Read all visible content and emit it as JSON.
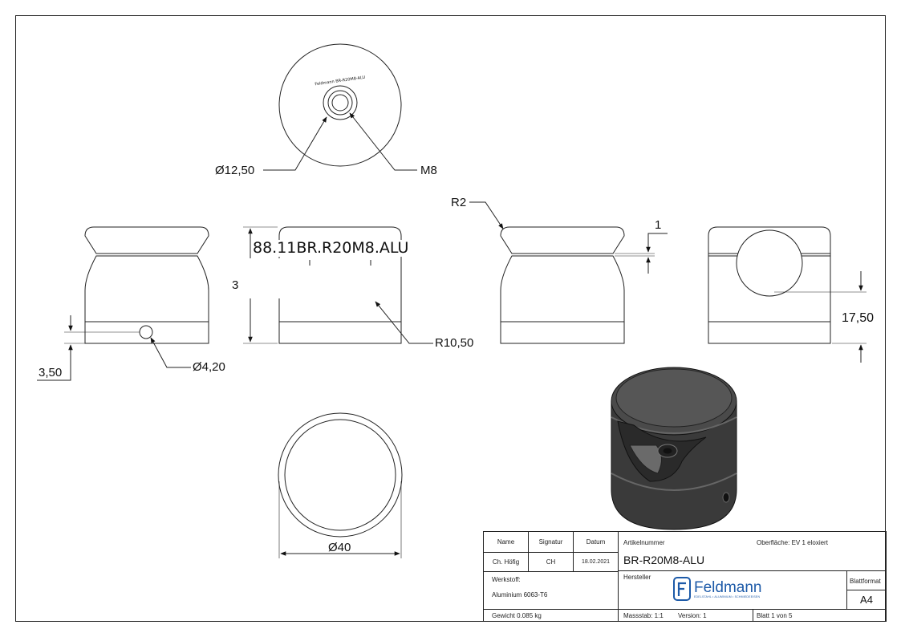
{
  "dims": {
    "d1250": "12,50",
    "m8": "M8",
    "r2": "R2",
    "one": "1",
    "d350": "3,50",
    "d420": "4,20",
    "r1050": "R10,50",
    "d1750": "17,50",
    "d40": "40",
    "partial38": "3",
    "overlay": "88.11BR.R20M8.ALU",
    "diameter_symbol": "Ø",
    "engraving": "Feldmann BR-R20M8-ALU"
  },
  "title_block": {
    "name_hdr": "Name",
    "signatur_hdr": "Signatur",
    "datum_hdr": "Datum",
    "name": "Ch. Höfig",
    "signatur": "CH",
    "datum": "18.02.2021",
    "artikel_hdr": "Artikelnummer",
    "artikel": "BR-R20M8-ALU",
    "oberflaeche": "Oberfläche:  EV 1 eloxiert",
    "werkstoff_hdr": "Werkstoff:",
    "werkstoff": "Aluminium 6063-T6",
    "hersteller_hdr": "Hersteller",
    "logo_name": "Feldmann",
    "logo_tagline": "EDELSTAHL • ALUMINIUM • SCHMIEDEEISEN",
    "blattformat_hdr": "Blattformat",
    "blattformat": "A4",
    "gewicht": "Gewicht 0.085 kg",
    "massstab": "Massstab: 1:1",
    "version": "Version: 1",
    "blatt": "Blatt 1 von 5",
    "logo_color": "#1d5aa8"
  }
}
